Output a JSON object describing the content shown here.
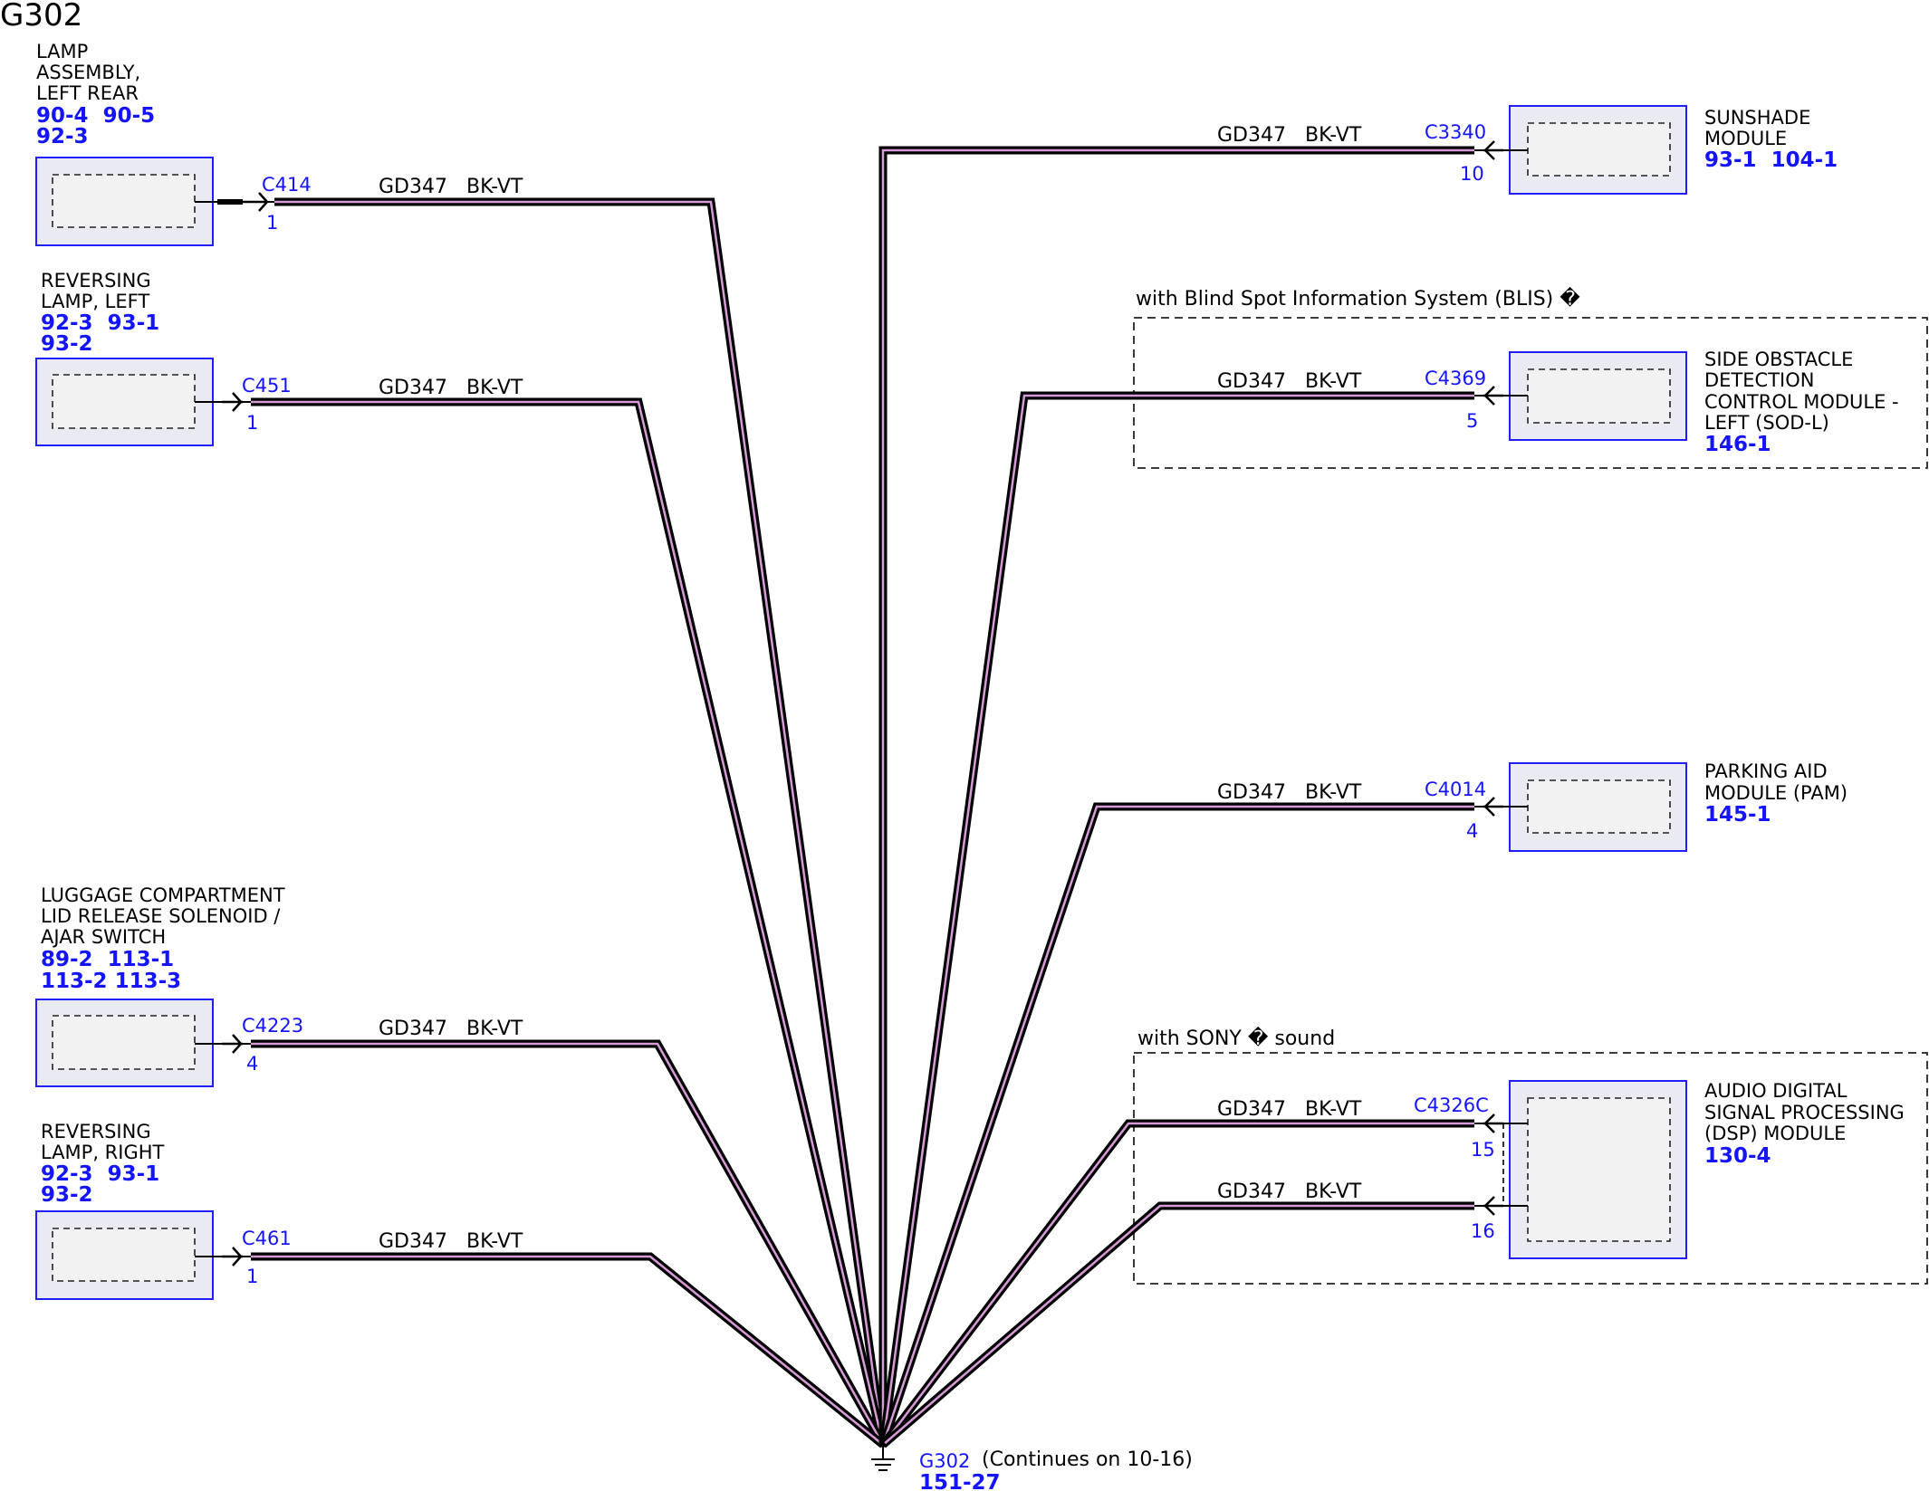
{
  "title": "G302",
  "wire": {
    "circuit": "GD347",
    "color": "BK-VT"
  },
  "ground": {
    "name": "G302",
    "note": "(Continues on 10-16)",
    "ref": "151-27"
  },
  "components": [
    {
      "id": "lamp-left-rear",
      "name_lines": [
        "LAMP",
        "ASSEMBLY,",
        "LEFT REAR"
      ],
      "refs": [
        "90-4  90-5",
        "92-3"
      ],
      "connector": "C414",
      "pin": "1"
    },
    {
      "id": "reversing-left",
      "name_lines": [
        "REVERSING",
        "LAMP, LEFT"
      ],
      "refs": [
        "92-3  93-1",
        "93-2"
      ],
      "connector": "C451",
      "pin": "1"
    },
    {
      "id": "luggage",
      "name_lines": [
        "LUGGAGE COMPARTMENT",
        "LID RELEASE SOLENOID /",
        "AJAR SWITCH"
      ],
      "refs": [
        "89-2  113-1",
        "113-2 113-3"
      ],
      "connector": "C4223",
      "pin": "4"
    },
    {
      "id": "reversing-right",
      "name_lines": [
        "REVERSING",
        "LAMP, RIGHT"
      ],
      "refs": [
        "92-3  93-1",
        "93-2"
      ],
      "connector": "C461",
      "pin": "1"
    },
    {
      "id": "sunshade",
      "name_lines": [
        "SUNSHADE",
        "MODULE"
      ],
      "refs": [
        "93-1  104-1"
      ],
      "connector": "C3340",
      "pin": "10"
    },
    {
      "id": "sod-l",
      "name_lines": [
        "SIDE OBSTACLE",
        "DETECTION",
        "CONTROL MODULE -",
        "LEFT (SOD-L)"
      ],
      "refs": [
        "146-1"
      ],
      "connector": "C4369",
      "pin": "5"
    },
    {
      "id": "pam",
      "name_lines": [
        "PARKING AID",
        "MODULE (PAM)"
      ],
      "refs": [
        "145-1"
      ],
      "connector": "C4014",
      "pin": "4"
    },
    {
      "id": "dsp",
      "name_lines": [
        "AUDIO DIGITAL",
        "SIGNAL PROCESSING",
        "(DSP) MODULE"
      ],
      "refs": [
        "130-4"
      ],
      "connector": "C4326C",
      "pins": [
        "15",
        "16"
      ]
    }
  ],
  "options": [
    {
      "id": "blis",
      "label": "with Blind Spot Information System (BLIS) �"
    },
    {
      "id": "sony",
      "label": "with SONY � sound"
    }
  ]
}
